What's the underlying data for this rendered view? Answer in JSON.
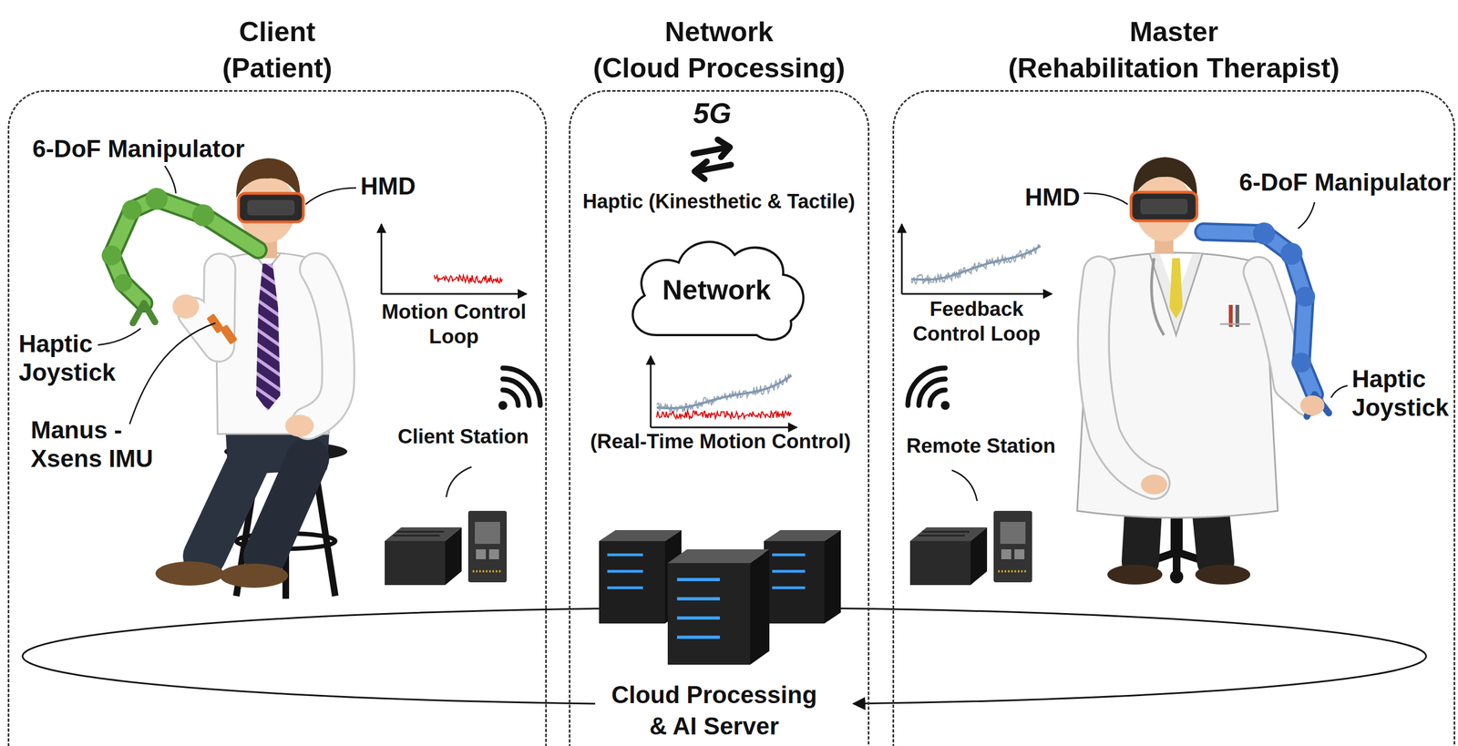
{
  "diagram": {
    "nodes": [
      {
        "text": [
          "Client (Patient)"
        ]
      },
      {
        "text": [
          "Network (Cloud Processing)"
        ]
      },
      {
        "text": [
          "Network"
        ],
        "in": 1
      },
      {
        "text": [
          "Master (Rehabilitation Therapist)"
        ]
      }
    ],
    "labels": [
      "6-DoF Manipulator",
      "HMD",
      "Haptic Joystick",
      "Manus - Xsens IMU",
      "Motion Control Loop",
      "Client Station",
      "5G",
      "Haptic (Kinesthetic & Tactile)",
      "(Real-Time Motion Control)",
      "Cloud Processing & AI Server",
      "Feedback Control Loop",
      "Remote Station",
      "HMD",
      "6-DoF Manipulator",
      "Haptic Joystick"
    ]
  }
}
